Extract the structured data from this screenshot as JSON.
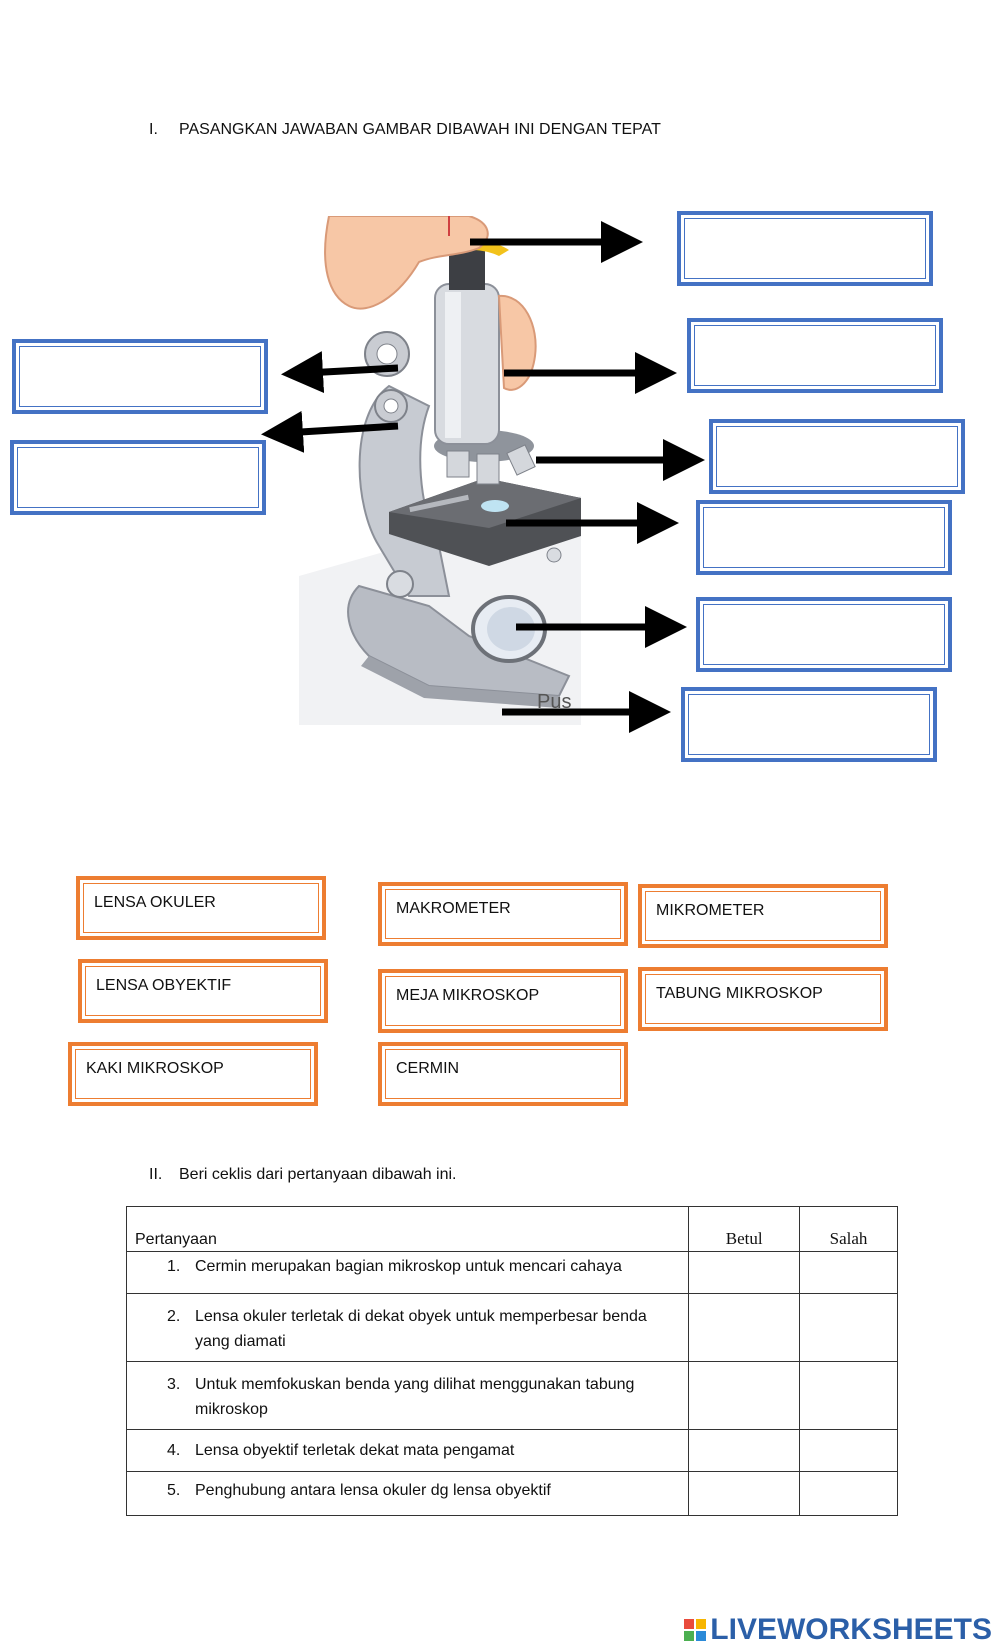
{
  "section1": {
    "number": "I.",
    "title": "PASANGKAN JAWABAN GAMBAR DIBAWAH INI DENGAN TEPAT",
    "image_caption_fragment": "Pus"
  },
  "word_cards": [
    "LENSA OKULER",
    "MAKROMETER",
    "MIKROMETER",
    "LENSA OBYEKTIF",
    "MEJA MIKROSKOP",
    "TABUNG MIKROSKOP",
    "KAKI MIKROSKOP",
    "CERMIN"
  ],
  "section2": {
    "number": "II.",
    "title": "Beri ceklis dari pertanyaan dibawah ini."
  },
  "table": {
    "headers": {
      "question": "Pertanyaan",
      "true": "Betul",
      "false": "Salah"
    },
    "rows": [
      {
        "num": "1.",
        "text": "Cermin merupakan bagian mikroskop untuk mencari cahaya"
      },
      {
        "num": "2.",
        "text": "Lensa okuler  terletak di dekat obyek  untuk memperbesar benda yang diamati"
      },
      {
        "num": "3.",
        "text": "Untuk memfokuskan benda yang dilihat menggunakan tabung mikroskop"
      },
      {
        "num": "4.",
        "text": "Lensa obyektif  terletak dekat mata pengamat"
      },
      {
        "num": "5.",
        "text": "Penghubung antara lensa okuler dg lensa obyektif"
      }
    ]
  },
  "footer": {
    "logo_text": "LIVEWORKSHEETS",
    "logo_colors": [
      "#e94b3c",
      "#f7b500",
      "#4caf50",
      "#2b8ad8"
    ]
  }
}
